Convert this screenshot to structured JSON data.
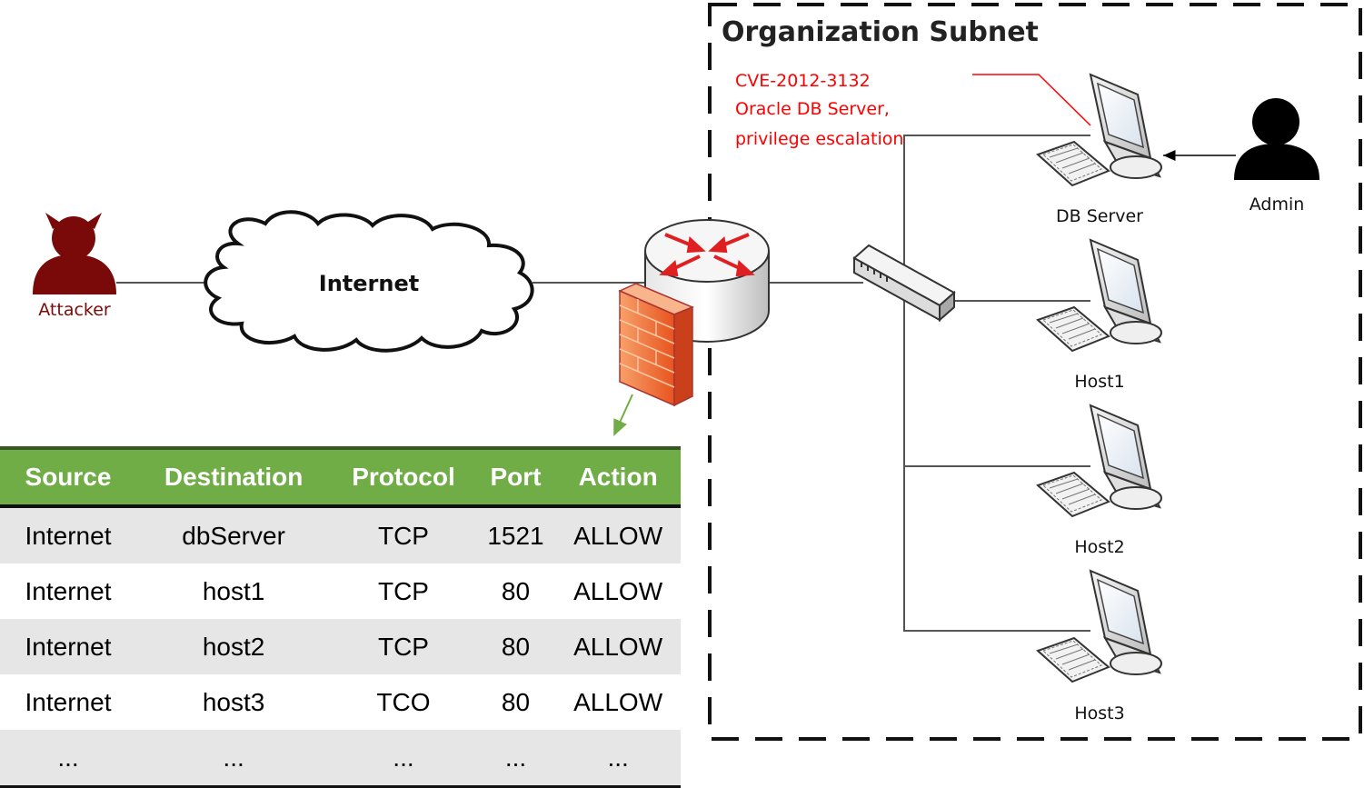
{
  "attacker": {
    "label": "Attacker"
  },
  "cloud": {
    "label": "Internet"
  },
  "subnet": {
    "title": "Organization Subnet"
  },
  "vulnerability": {
    "lines": [
      "CVE-2012-3132",
      "Oracle DB Server,",
      "privilege escalation"
    ]
  },
  "admin": {
    "label": "Admin"
  },
  "hosts": [
    {
      "label": "DB Server"
    },
    {
      "label": "Host1"
    },
    {
      "label": "Host2"
    },
    {
      "label": "Host3"
    }
  ],
  "table": {
    "headers": [
      "Source",
      "Destination",
      "Protocol",
      "Port",
      "Action"
    ],
    "rows": [
      [
        "Internet",
        "dbServer",
        "TCP",
        "1521",
        "ALLOW"
      ],
      [
        "Internet",
        "host1",
        "TCP",
        "80",
        "ALLOW"
      ],
      [
        "Internet",
        "host2",
        "TCP",
        "80",
        "ALLOW"
      ],
      [
        "Internet",
        "host3",
        "TCO",
        "80",
        "ALLOW"
      ],
      [
        "...",
        "...",
        "...",
        "...",
        "..."
      ]
    ]
  },
  "colors": {
    "attacker": "#7A0A0A",
    "vulnerability": "#FF0000",
    "header_bg": "#70AD47",
    "firewall": "#F05A28"
  }
}
